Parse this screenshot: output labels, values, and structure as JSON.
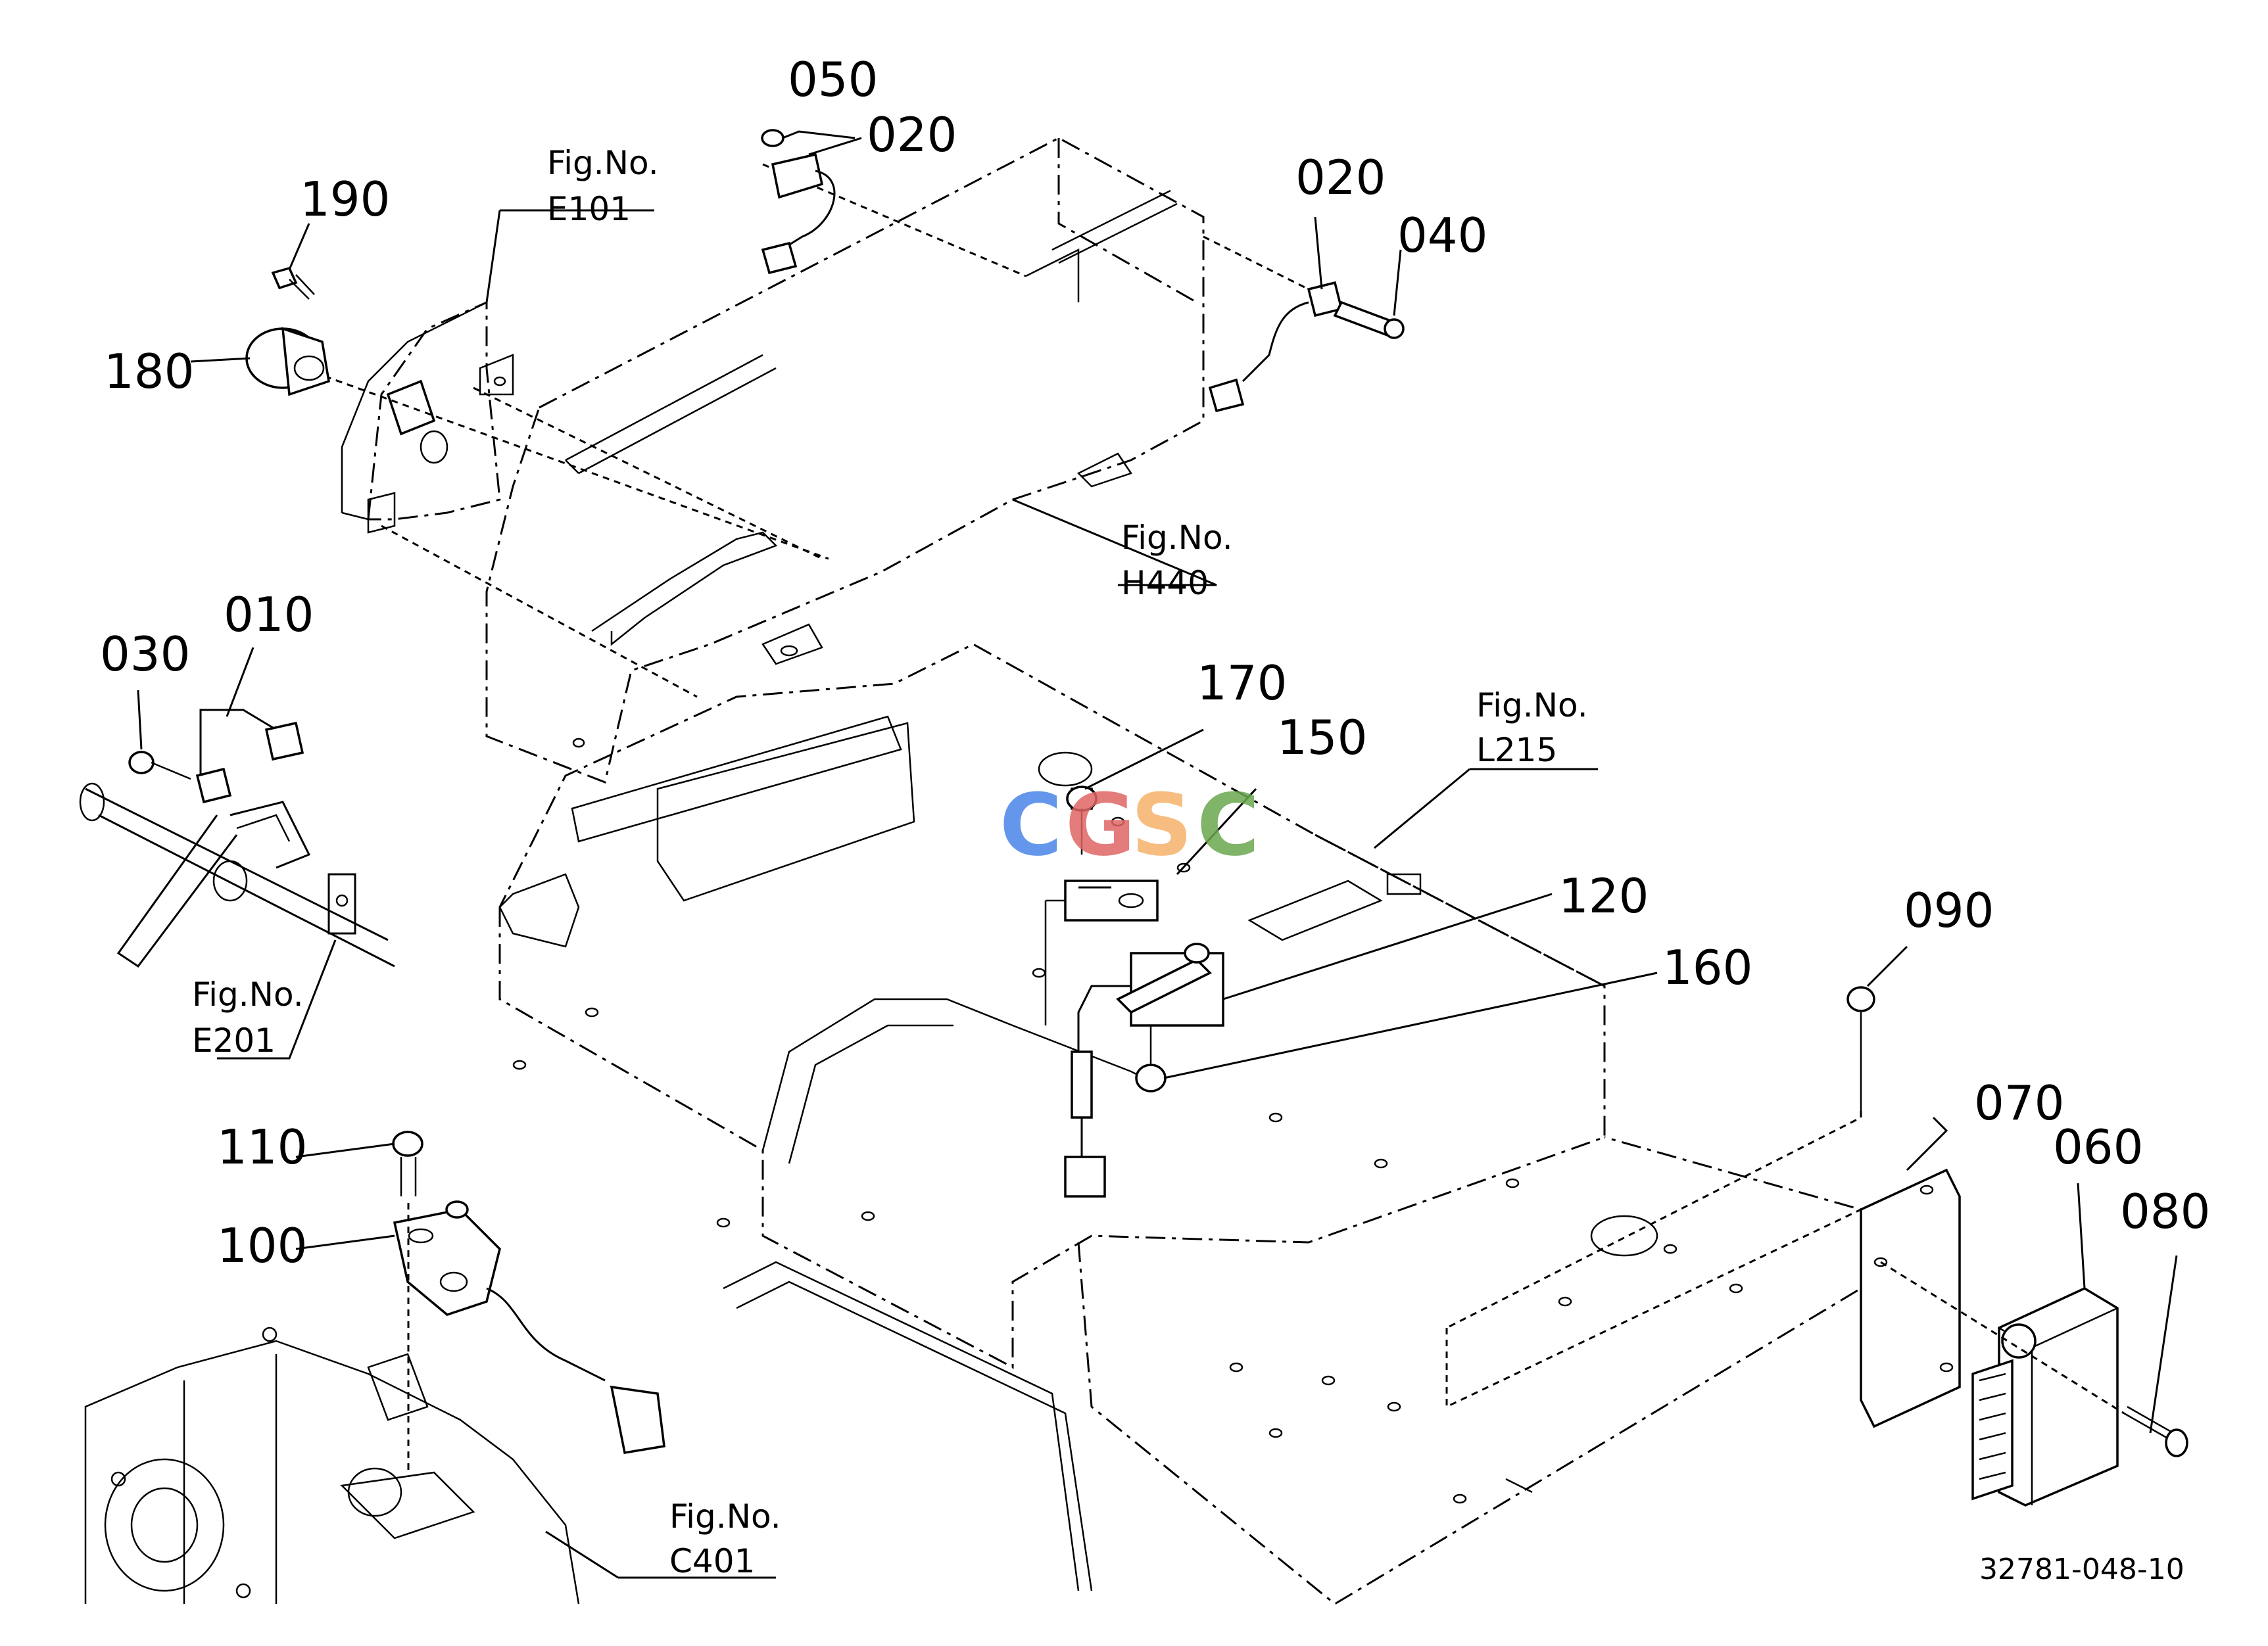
{
  "part_labels": {
    "p010": "010",
    "p020a": "020",
    "p020b": "020",
    "p030": "030",
    "p040": "040",
    "p050": "050",
    "p060": "060",
    "p070": "070",
    "p080": "080",
    "p090": "090",
    "p100": "100",
    "p110": "110",
    "p120": "120",
    "p150": "150",
    "p160": "160",
    "p170": "170",
    "p180": "180",
    "p190": "190"
  },
  "fig_refs": {
    "e101": {
      "title": "Fig.No.",
      "code": "E101"
    },
    "h440": {
      "title": "Fig.No.",
      "code": "H440"
    },
    "l215": {
      "title": "Fig.No.",
      "code": "L215"
    },
    "e201": {
      "title": "Fig.No.",
      "code": "E201"
    },
    "c401": {
      "title": "Fig.No.",
      "code": "C401"
    }
  },
  "watermark": {
    "letters": [
      "C",
      "G",
      "S",
      "C"
    ],
    "colors": [
      "#4a86e8",
      "#e06666",
      "#f6b26b",
      "#6aa84f"
    ]
  },
  "drawing_number": "32781-048-10"
}
